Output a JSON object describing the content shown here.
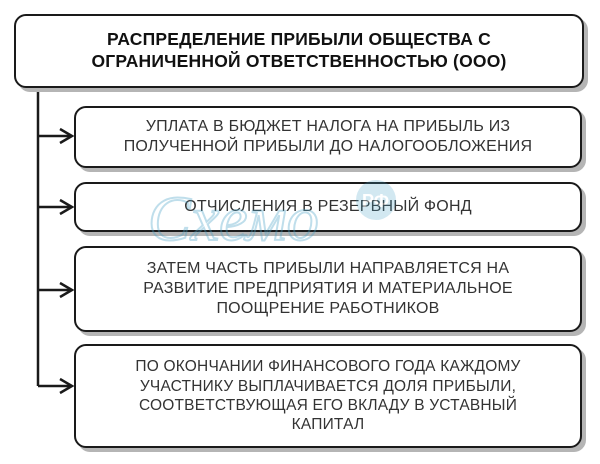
{
  "diagram": {
    "title": "РАСПРЕДЕЛЕНИЕ ПРИБЫЛИ ОБЩЕСТВА С\nОГРАНИЧЕННОЙ ОТВЕТСТВЕННОСТЬЮ (ООО)",
    "steps": [
      {
        "text": "УПЛАТА В БЮДЖЕТ НАЛОГА НА ПРИБЫЛЬ ИЗ\nПОЛУЧЕННОЙ ПРИБЫЛИ ДО НАЛОГООБЛОЖЕНИЯ"
      },
      {
        "text": "ОТЧИСЛЕНИЯ В РЕЗЕРВНЫЙ ФОНД"
      },
      {
        "text": "ЗАТЕМ ЧАСТЬ ПРИБЫЛИ НАПРАВЛЯЕТСЯ НА\nРАЗВИТИЕ ПРЕДПРИЯТИЯ И МАТЕРИАЛЬНОЕ\nПООЩРЕНИЕ РАБОТНИКОВ"
      },
      {
        "text": "ПО ОКОНЧАНИИ ФИНАНСОВОГО ГОДА КАЖДОМУ\nУЧАСТНИКУ ВЫПЛАЧИВАЕТСЯ ДОЛЯ ПРИБЫЛИ,\nСООТВЕТСТВУЮЩАЯ ЕГО ВКЛАДУ В УСТАВНЫЙ\nКАПИТАЛ"
      }
    ]
  },
  "watermark": {
    "text": "Схемо",
    "badge": "РФ",
    "color": "#4aa3c8"
  },
  "colors": {
    "border": "#1a1a1a",
    "shadow": "#b5b5b5",
    "text": "#333333"
  }
}
